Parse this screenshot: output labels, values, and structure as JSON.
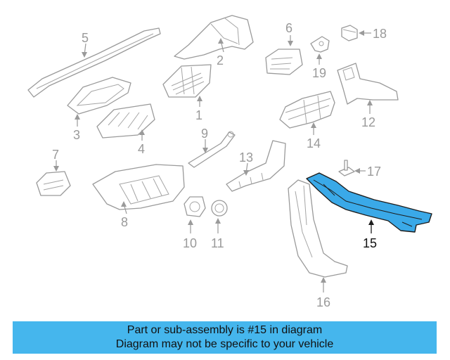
{
  "diagram": {
    "highlight_color": "#3aa9e8",
    "part_color": "#9a9a9a",
    "highlighted_part": "15",
    "callouts": [
      "1",
      "2",
      "3",
      "4",
      "5",
      "6",
      "7",
      "8",
      "9",
      "10",
      "11",
      "12",
      "13",
      "14",
      "15",
      "16",
      "17",
      "18",
      "19"
    ]
  },
  "banner": {
    "line1": "Part or sub-assembly is #15 in diagram",
    "line2": "Diagram may not be specific to your vehicle",
    "background": "#45b6ed"
  }
}
